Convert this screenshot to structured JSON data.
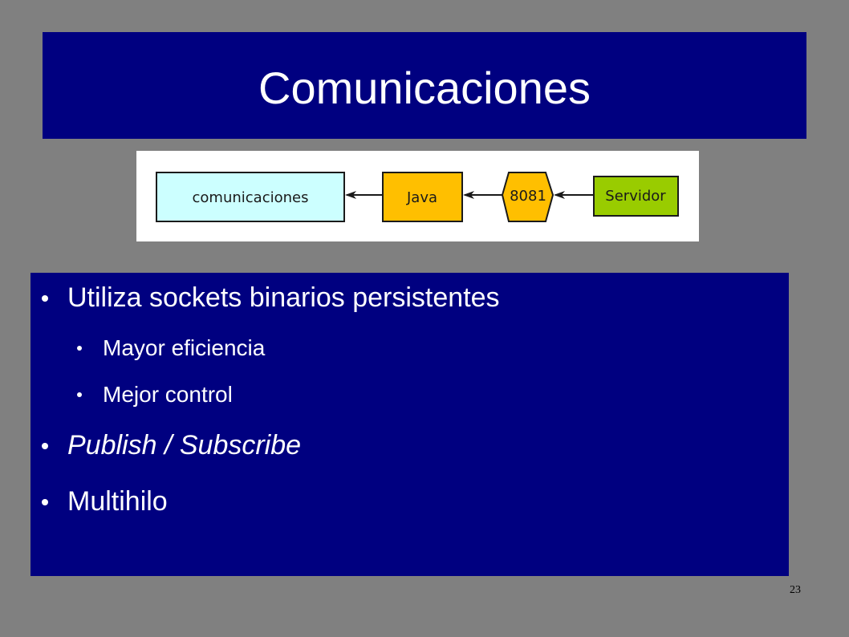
{
  "slide": {
    "title": "Comunicaciones",
    "page_number": "23"
  },
  "diagram": {
    "nodes": {
      "comunicaciones": "comunicaciones",
      "java": "Java",
      "port": "8081",
      "servidor": "Servidor"
    },
    "colors": {
      "comunicaciones": "#ccffff",
      "java": "#ffbf00",
      "port": "#ffbf00",
      "servidor": "#99cc00"
    }
  },
  "bullets": {
    "item1": "Utiliza sockets binarios persistentes",
    "item1_sub1": "Mayor eficiencia",
    "item1_sub2": "Mejor control",
    "item2": "Publish / Subscribe",
    "item3": "Multihilo"
  },
  "colors": {
    "background": "#808080",
    "panel": "#000080",
    "text": "#ffffff"
  }
}
